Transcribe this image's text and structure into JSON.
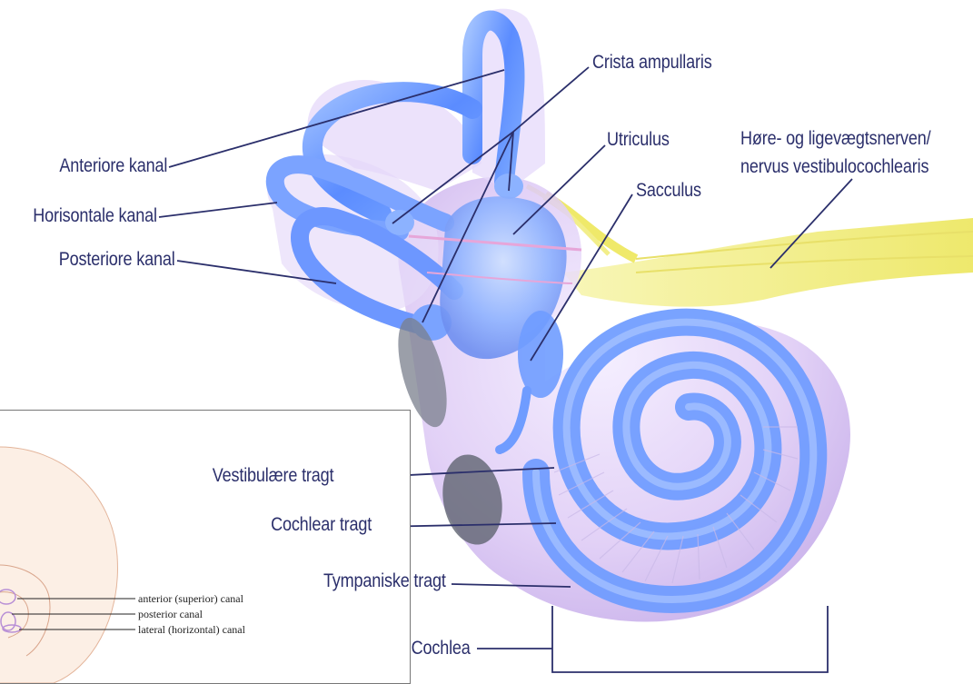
{
  "labels": {
    "anterior_canal": "Anteriore kanal",
    "horizontal_canal": "Horisontale kanal",
    "posterior_canal": "Posteriore kanal",
    "crista": "Crista ampullaris",
    "utriculus": "Utriculus",
    "sacculus": "Sacculus",
    "nerve_line1": "Høre- og ligevægtsnerven/",
    "nerve_line2": "nervus vestibulocochlearis",
    "vestibular_duct": "Vestibulære tragt",
    "cochlear_duct": "Cochlear tragt",
    "tympanic_duct": "Tympaniske tragt",
    "cochlea": "Cochlea"
  },
  "inset": {
    "anterior": "anterior (superior) canal",
    "posterior": "posterior canal",
    "lateral": "lateral (horizontal) canal"
  },
  "colors": {
    "label_text": "#2b2f6b",
    "leader_line": "#2b2f6b",
    "canal_blue": "#6e9bff",
    "membrane_lilac": "#d9c6f2",
    "nerve_yellow": "#f3ef7a"
  }
}
